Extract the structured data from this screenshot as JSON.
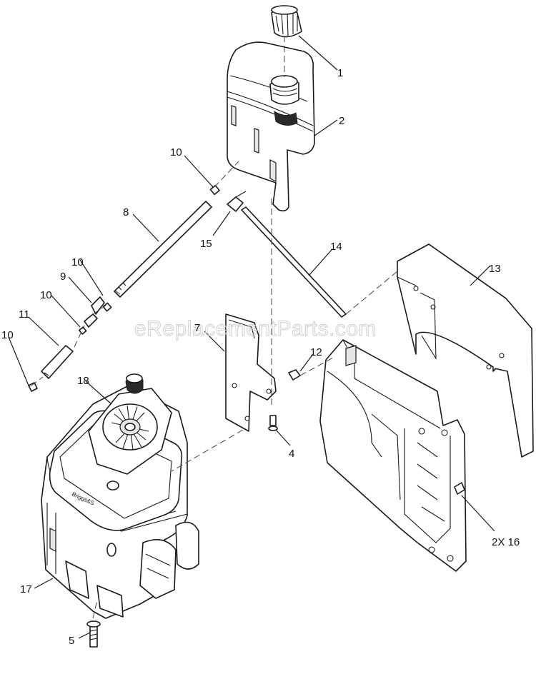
{
  "watermark": "eReplacementParts.com",
  "engine_label": "Briggs&S",
  "callouts": [
    {
      "id": "c1",
      "text": "1"
    },
    {
      "id": "c2",
      "text": "2"
    },
    {
      "id": "c10a",
      "text": "10"
    },
    {
      "id": "c8",
      "text": "8"
    },
    {
      "id": "c15",
      "text": "15"
    },
    {
      "id": "c14",
      "text": "14"
    },
    {
      "id": "c13",
      "text": "13"
    },
    {
      "id": "c10b",
      "text": "10"
    },
    {
      "id": "c9",
      "text": "9"
    },
    {
      "id": "c10c",
      "text": "10"
    },
    {
      "id": "c11",
      "text": "11"
    },
    {
      "id": "c10d",
      "text": "10"
    },
    {
      "id": "c7",
      "text": "7"
    },
    {
      "id": "c12",
      "text": "12"
    },
    {
      "id": "c18",
      "text": "18"
    },
    {
      "id": "c4",
      "text": "4"
    },
    {
      "id": "c16",
      "text": "2X 16"
    },
    {
      "id": "c17",
      "text": "17"
    },
    {
      "id": "c5",
      "text": "5"
    }
  ]
}
